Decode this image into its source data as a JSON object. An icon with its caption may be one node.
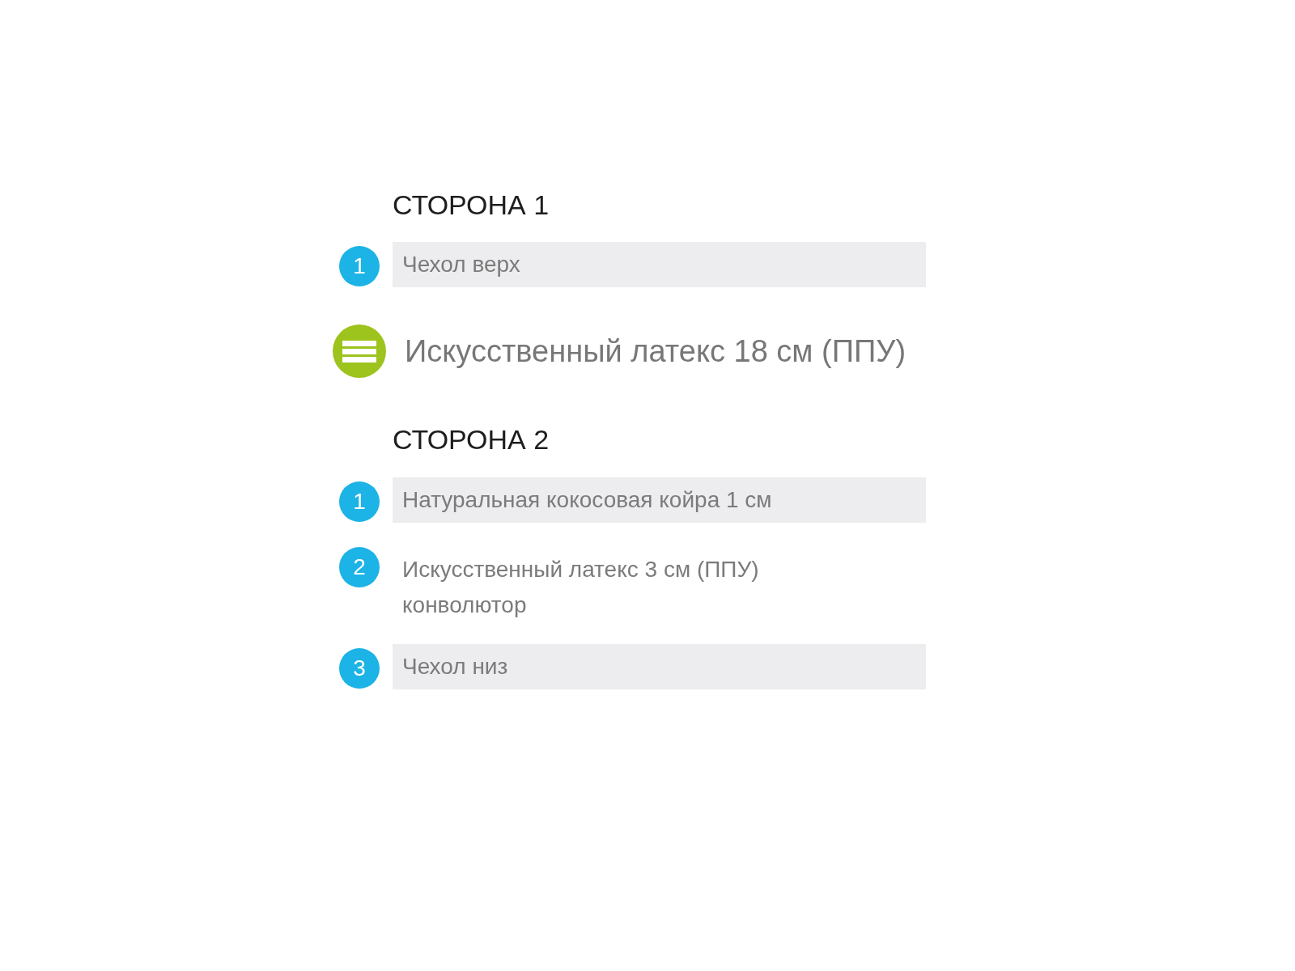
{
  "diagram": {
    "nodes": [
      {
        "text": [
          "1"
        ]
      },
      {
        "text": [
          "Чехол верх"
        ]
      },
      {
        "text": [
          "1"
        ]
      },
      {
        "text": [
          "Натуральная кокосовая койра 1 см"
        ]
      },
      {
        "text": [
          "2"
        ]
      },
      {
        "text": [
          "3"
        ]
      },
      {
        "text": [
          "Чехол низ"
        ]
      }
    ],
    "labels": [
      "СТОРОНА 1",
      "Искусственный латекс 18 см (ППУ)",
      "СТОРОНА 2",
      "Искусственный латекс 3 см (ППУ) конволютор"
    ]
  }
}
